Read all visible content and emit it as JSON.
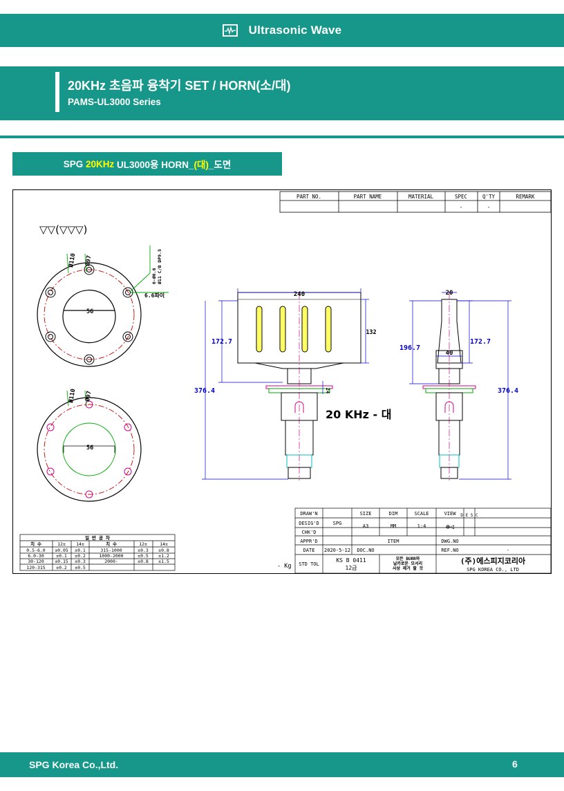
{
  "header": {
    "title": "Ultrasonic Wave",
    "icon": "waveform-icon"
  },
  "title_band": {
    "title": "20KHz 초음파 융착기 SET / HORN(소/대)",
    "subtitle": "PAMS-UL3000 Series"
  },
  "section": {
    "prefix": "SPG ",
    "highlight1": "20KHz",
    "middle": " UL3000용 HORN_",
    "highlight2": "(대)",
    "suffix": "_도면",
    "highlight_color": "#ffff00"
  },
  "drawing": {
    "surface_symbol": "▽▽(▽▽▽)",
    "caption": "20 KHz - 대",
    "top_table": {
      "headers": [
        "PART NO.",
        "PART NAME",
        "MATERIAL",
        "SPEC",
        "Q'TY",
        "REMARK"
      ],
      "values": [
        "",
        "",
        "",
        "-",
        "-",
        ""
      ]
    },
    "circle_top": {
      "dim_outer": "Ø110",
      "dim_pitch": "Ø97",
      "dim_inner": "56",
      "hole_note": "6.6파이",
      "callout": "6-Ø6.6",
      "callout2": "Ø11 C/B DP9.5"
    },
    "circle_bottom": {
      "dim_outer": "Ø110",
      "dim_pitch": "Ø97",
      "dim_inner": "56"
    },
    "front_view": {
      "width": "240",
      "height_upper": "172.7",
      "height_horn": "132",
      "height_total": "376.4",
      "flange": "24"
    },
    "side_view": {
      "width_top": "20",
      "height_a": "196.7",
      "height_b": "172.7",
      "width_mid": "40",
      "height_total": "376.4"
    },
    "tolerance": {
      "title": "일 반 공 차",
      "headers": [
        "치 수",
        "12±",
        "14±",
        "치 수",
        "12±",
        "14±"
      ],
      "rows": [
        [
          "0.5-6.0",
          "±0.05",
          "±0.1",
          "315-1000",
          "±0.3",
          "±0.8"
        ],
        [
          "6.0-30",
          "±0.1",
          "±0.2",
          "1000-2000",
          "±0.5",
          "±1.2"
        ],
        [
          "30-120",
          "±0.15",
          "±0.3",
          "2000-",
          "±0.8",
          "±1.5"
        ],
        [
          "120-315",
          "±0.2",
          "±0.5",
          "",
          "",
          ""
        ]
      ]
    },
    "weight_label": "- Kg",
    "title_block": {
      "drawn": "DRAW'N",
      "designed": "DESIG'D",
      "designer": "SPG",
      "checked": "CHK'D",
      "approved": "APPR'D",
      "date_label": "DATE",
      "date": "2020-5-12",
      "doc_label": "DOC.NO",
      "size_label": "SIZE",
      "size": "A3",
      "dim_label": "DIM",
      "dim": "MM",
      "scale_label": "SCALE",
      "scale": "1:4",
      "view_label": "VIEW",
      "view_symbol": "⊕◁",
      "desc_label": "D E S C",
      "item_label": "ITEM",
      "dwgno_label": "DWG.NO",
      "refno_label": "REF.NO",
      "refno": "-",
      "std_tol": "STD TOL",
      "ks": "KS B 0411",
      "ks_grade": "12급",
      "burr_note1": "모든 BURR와",
      "burr_note2": "날카로운 모서리",
      "burr_note3": "사상 제거 할 것",
      "company_kr": "(주)에스피지코리아",
      "company_en": "SPG KOREA CO., LTD"
    }
  },
  "footer": {
    "company": "SPG Korea Co.,Ltd.",
    "page": "6"
  }
}
